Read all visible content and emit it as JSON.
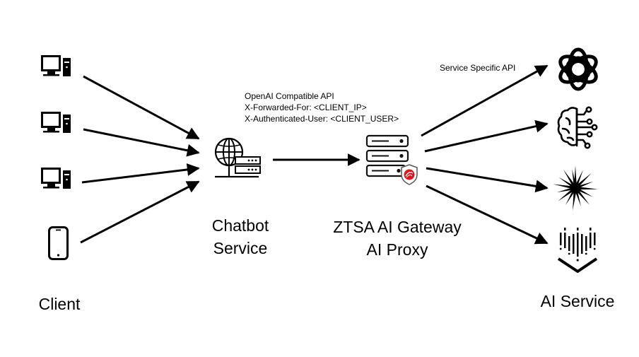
{
  "client": {
    "label": "Client",
    "icons": [
      "desktop-computer-icon",
      "desktop-computer-icon",
      "desktop-computer-icon",
      "smartphone-icon"
    ]
  },
  "chatbot": {
    "line1": "Chatbot",
    "line2": "Service",
    "icon": "web-server-globe-icon"
  },
  "request_annotation": {
    "line1": "OpenAI Compatible API",
    "line2": "X-Forwarded-For: <CLIENT_IP>",
    "line3": "X-Authenticated-User: <CLIENT_USER>"
  },
  "gateway": {
    "line1": "ZTSA AI Gateway",
    "line2": "AI Proxy",
    "icon": "secure-server-icon",
    "badge_color": "#d71920"
  },
  "service_annotation": {
    "text": "Service Specific API"
  },
  "ai_service": {
    "label": "AI Service",
    "icons": [
      "openai-logo-icon",
      "ai-brain-circuit-icon",
      "starburst-logo-icon",
      "funnel-logo-icon"
    ]
  }
}
